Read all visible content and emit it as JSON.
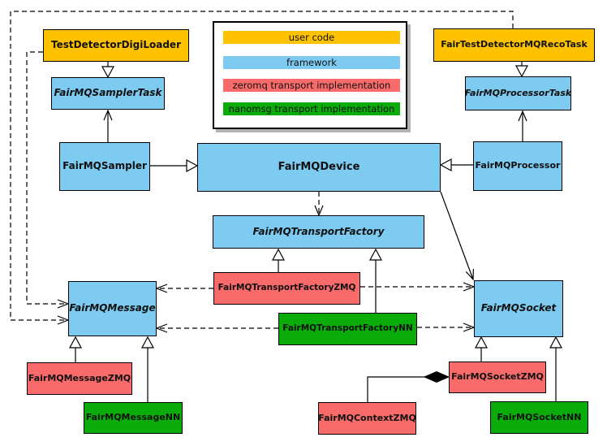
{
  "diagram_type": "uml-class-diagram",
  "colors": {
    "user_code": "#FFC200",
    "framework": "#7DCBF0",
    "zeromq": "#F96B6B",
    "nanomsg": "#0AAC0A",
    "border": "#000000",
    "background": "#FFFFFF",
    "legend_shadow": "#B3B3B3"
  },
  "legend": {
    "items": [
      {
        "label": "user code",
        "color": "#FFC200"
      },
      {
        "label": "framework",
        "color": "#7DCBF0"
      },
      {
        "label": "zeromq transport implementation",
        "color": "#F96B6B"
      },
      {
        "label": "nanomsg transport implementation",
        "color": "#0AAC0A"
      }
    ]
  },
  "nodes": {
    "digi_loader": {
      "label": "TestDetectorDigiLoader",
      "category": "user code",
      "abstract": false
    },
    "reco_task": {
      "label": "FairTestDetectorMQRecoTask",
      "category": "user code",
      "abstract": false
    },
    "sampler_task": {
      "label": "FairMQSamplerTask",
      "category": "framework",
      "abstract": true
    },
    "processor_task": {
      "label": "FairMQProcessorTask",
      "category": "framework",
      "abstract": true
    },
    "sampler": {
      "label": "FairMQSampler",
      "category": "framework",
      "abstract": false
    },
    "device": {
      "label": "FairMQDevice",
      "category": "framework",
      "abstract": false
    },
    "processor": {
      "label": "FairMQProcessor",
      "category": "framework",
      "abstract": false
    },
    "transport_factory": {
      "label": "FairMQTransportFactory",
      "category": "framework",
      "abstract": true
    },
    "transport_factory_zmq": {
      "label": "FairMQTransportFactoryZMQ",
      "category": "zeromq",
      "abstract": false
    },
    "transport_factory_nn": {
      "label": "FairMQTransportFactoryNN",
      "category": "nanomsg",
      "abstract": false
    },
    "message": {
      "label": "FairMQMessage",
      "category": "framework",
      "abstract": true
    },
    "socket": {
      "label": "FairMQSocket",
      "category": "framework",
      "abstract": true
    },
    "message_zmq": {
      "label": "FairMQMessageZMQ",
      "category": "zeromq",
      "abstract": false
    },
    "message_nn": {
      "label": "FairMQMessageNN",
      "category": "nanomsg",
      "abstract": false
    },
    "socket_zmq": {
      "label": "FairMQSocketZMQ",
      "category": "zeromq",
      "abstract": false
    },
    "socket_nn": {
      "label": "FairMQSocketNN",
      "category": "nanomsg",
      "abstract": false
    },
    "context_zmq": {
      "label": "FairMQContextZMQ",
      "category": "zeromq",
      "abstract": false
    }
  },
  "relations": [
    {
      "from": "TestDetectorDigiLoader",
      "to": "FairMQSamplerTask",
      "type": "inheritance"
    },
    {
      "from": "FairTestDetectorMQRecoTask",
      "to": "FairMQProcessorTask",
      "type": "inheritance"
    },
    {
      "from": "FairMQSampler",
      "to": "FairMQSamplerTask",
      "type": "association"
    },
    {
      "from": "FairMQProcessor",
      "to": "FairMQProcessorTask",
      "type": "association"
    },
    {
      "from": "FairMQSampler",
      "to": "FairMQDevice",
      "type": "inheritance"
    },
    {
      "from": "FairMQProcessor",
      "to": "FairMQDevice",
      "type": "inheritance"
    },
    {
      "from": "FairMQDevice",
      "to": "FairMQTransportFactory",
      "type": "dependency"
    },
    {
      "from": "FairMQDevice",
      "to": "FairMQSocket",
      "type": "association"
    },
    {
      "from": "FairMQTransportFactoryZMQ",
      "to": "FairMQTransportFactory",
      "type": "inheritance"
    },
    {
      "from": "FairMQTransportFactoryNN",
      "to": "FairMQTransportFactory",
      "type": "inheritance"
    },
    {
      "from": "FairMQTransportFactoryZMQ",
      "to": "FairMQMessage",
      "type": "dependency"
    },
    {
      "from": "FairMQTransportFactoryZMQ",
      "to": "FairMQSocket",
      "type": "dependency"
    },
    {
      "from": "FairMQTransportFactoryNN",
      "to": "FairMQMessage",
      "type": "dependency"
    },
    {
      "from": "FairMQTransportFactoryNN",
      "to": "FairMQSocket",
      "type": "dependency"
    },
    {
      "from": "TestDetectorDigiLoader",
      "to": "FairMQMessage",
      "type": "dependency"
    },
    {
      "from": "FairTestDetectorMQRecoTask",
      "to": "FairMQMessage",
      "type": "dependency"
    },
    {
      "from": "FairMQMessageZMQ",
      "to": "FairMQMessage",
      "type": "inheritance"
    },
    {
      "from": "FairMQMessageNN",
      "to": "FairMQMessage",
      "type": "inheritance"
    },
    {
      "from": "FairMQSocketZMQ",
      "to": "FairMQSocket",
      "type": "inheritance"
    },
    {
      "from": "FairMQSocketNN",
      "to": "FairMQSocket",
      "type": "inheritance"
    },
    {
      "from": "FairMQSocketZMQ",
      "to": "FairMQContextZMQ",
      "type": "composition"
    }
  ]
}
